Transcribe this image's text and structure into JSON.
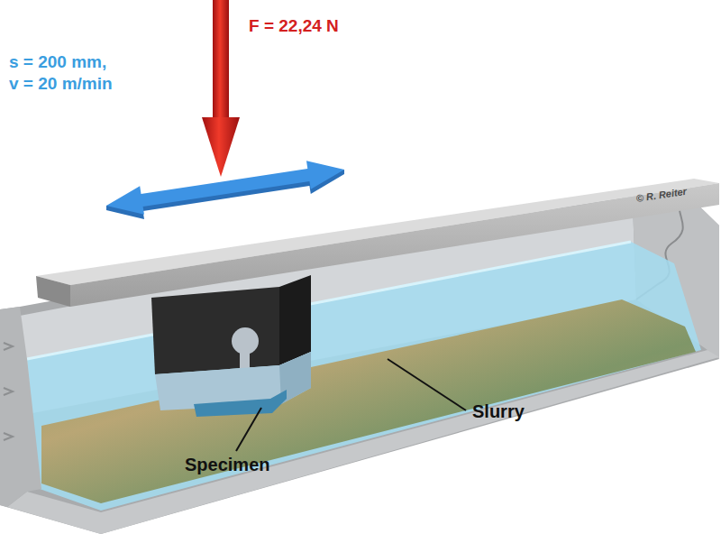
{
  "diagram": {
    "labels": [
      "F = 22,24 N",
      "s = 200 mm,",
      "v = 20 m/min",
      "Slurry",
      "Specimen",
      "© R. Reiter"
    ]
  }
}
